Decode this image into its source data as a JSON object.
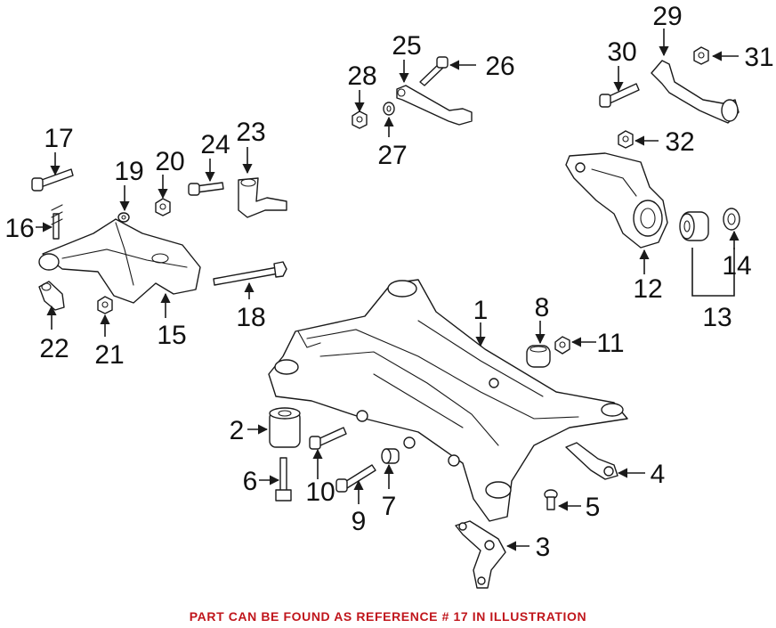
{
  "diagram": {
    "callouts": [
      "1",
      "2",
      "3",
      "4",
      "5",
      "6",
      "7",
      "8",
      "9",
      "10",
      "11",
      "12",
      "13",
      "14",
      "15",
      "16",
      "17",
      "18",
      "19",
      "20",
      "21",
      "22",
      "23",
      "24",
      "25",
      "26",
      "27",
      "28",
      "29",
      "30",
      "31",
      "32"
    ]
  },
  "footer": {
    "note": "PART CAN BE FOUND AS REFERENCE # 17 IN ILLUSTRATION",
    "color": "#c0161c"
  },
  "colors": {
    "line": "#1a1a1a",
    "background": "#ffffff"
  }
}
